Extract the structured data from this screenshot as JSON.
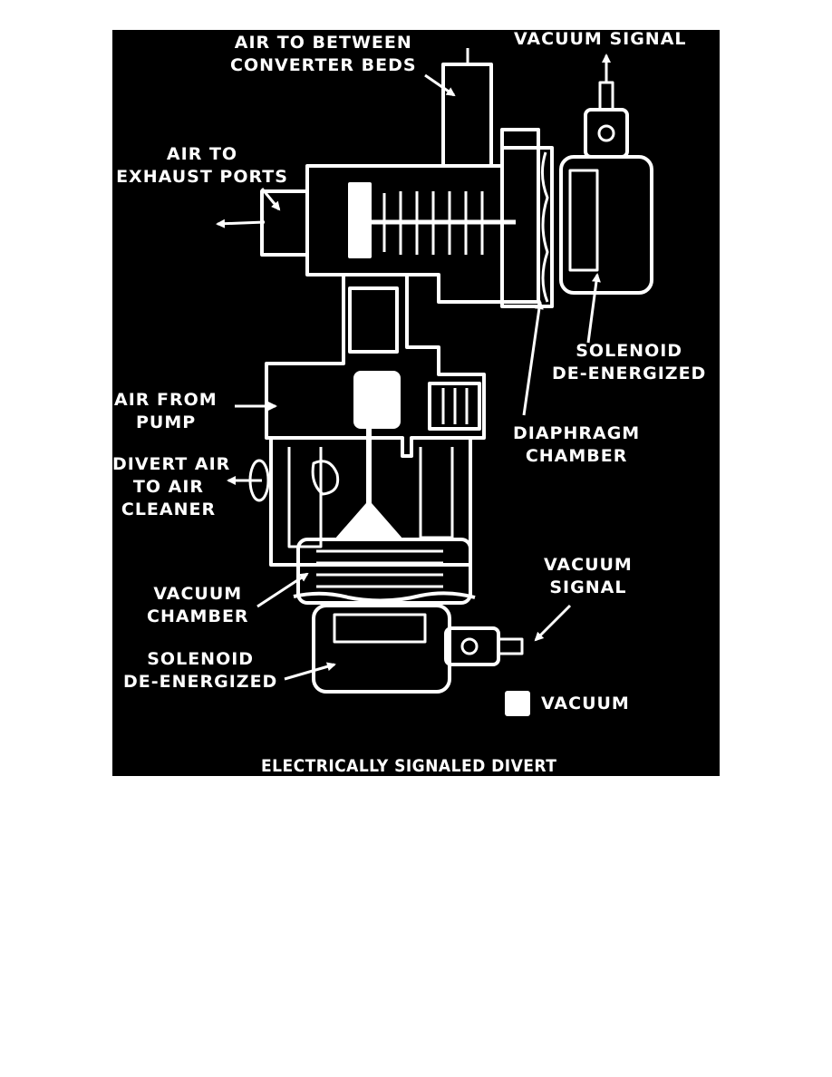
{
  "labels": {
    "air_between_beds": [
      "AIR TO BETWEEN",
      "CONVERTER BEDS"
    ],
    "vacuum_signal_top": "VACUUM SIGNAL",
    "air_exhaust_ports": [
      "AIR TO",
      "EXHAUST PORTS"
    ],
    "solenoid_upper": [
      "SOLENOID",
      "DE-ENERGIZED"
    ],
    "air_from_pump": [
      "AIR FROM",
      "PUMP"
    ],
    "diaphragm_chamber": [
      "DIAPHRAGM",
      "CHAMBER"
    ],
    "divert_air": [
      "DIVERT AIR",
      "TO AIR",
      "CLEANER"
    ],
    "vacuum_signal_right": [
      "VACUUM",
      "SIGNAL"
    ],
    "vacuum_chamber": [
      "VACUUM",
      "CHAMBER"
    ],
    "solenoid_lower": [
      "SOLENOID",
      "DE-ENERGIZED"
    ]
  },
  "legend": {
    "swatch_color": "#ffffff",
    "label": "VACUUM"
  },
  "caption": "ELECTRICALLY SIGNALED DIVERT",
  "colors": {
    "background": "#000000",
    "line": "#ffffff"
  }
}
